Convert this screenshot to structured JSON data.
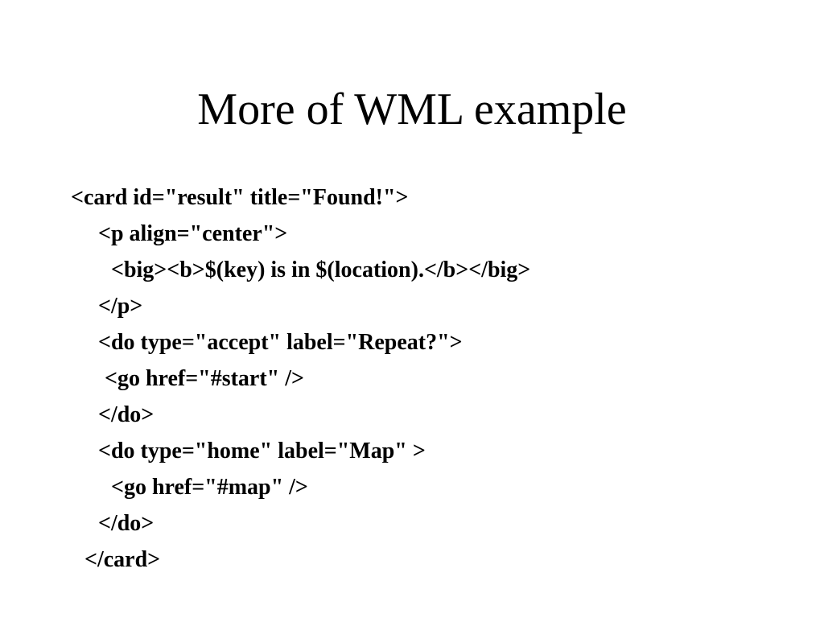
{
  "slide": {
    "title": "More of WML example",
    "code_lines": [
      "<card id=\"result\" title=\"Found!\">",
      "<p align=\"center\">",
      "<big><b>$(key) is in $(location).</b></big>",
      "</p>",
      "<do type=\"accept\" label=\"Repeat?\">",
      "<go href=\"#start\" />",
      "</do>",
      "<do type=\"home\" label=\"Map\" >",
      "<go href=\"#map\" />",
      "</do>",
      "</card>"
    ]
  }
}
